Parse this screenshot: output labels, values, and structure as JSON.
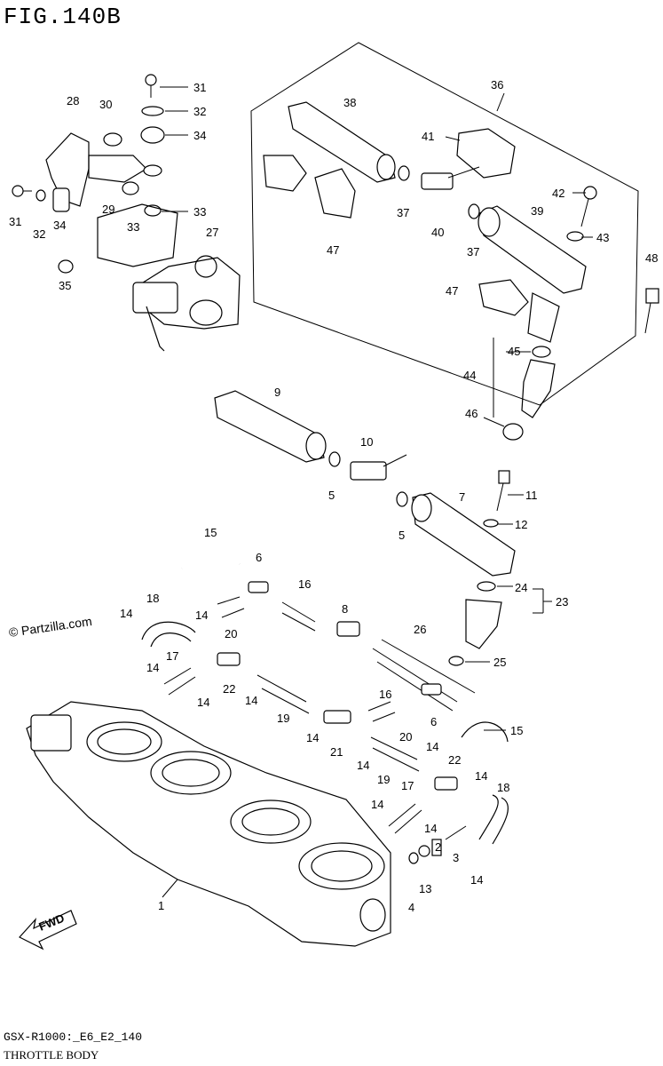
{
  "figure": {
    "title": "FIG.140B",
    "code": "GSX-R1000:_E6_E2_140",
    "caption": "THROTTLE BODY",
    "watermark": "© Partzilla.com"
  },
  "callouts": {
    "c31a": "31",
    "c32a": "32",
    "c34a": "34",
    "c28": "28",
    "c30": "30",
    "c31b": "31",
    "c32b": "32",
    "c34b": "34",
    "c29": "29",
    "c33a": "33",
    "c33b": "33",
    "c27": "27",
    "c35": "35",
    "c36": "36",
    "c38": "38",
    "c41": "41",
    "c42": "42",
    "c43": "43",
    "c39": "39",
    "c37a": "37",
    "c40": "40",
    "c37b": "37",
    "c47a": "47",
    "c47b": "47",
    "c48": "48",
    "c45": "45",
    "c44": "44",
    "c46": "46",
    "c9": "9",
    "c10": "10",
    "c5a": "5",
    "c5b": "5",
    "c7": "7",
    "c11": "11",
    "c12": "12",
    "c15a": "15",
    "c6a": "6",
    "c16a": "16",
    "c8": "8",
    "c26": "26",
    "c24": "24",
    "c23": "23",
    "c25": "25",
    "c18a": "18",
    "c14a": "14",
    "c14b": "14",
    "c20a": "20",
    "c14c": "14",
    "c17a": "17",
    "c22a": "22",
    "c14d": "14",
    "c14e": "14",
    "c19a": "19",
    "c16b": "16",
    "c6b": "6",
    "c15b": "15",
    "c20b": "20",
    "c14f": "14",
    "c21": "21",
    "c14g": "14",
    "c14h": "14",
    "c22b": "22",
    "c19b": "19",
    "c17b": "17",
    "c14i": "14",
    "c18b": "18",
    "c14j": "14",
    "c14k": "14",
    "c2": "2",
    "c3": "3",
    "c13": "13",
    "c4": "4",
    "c14l": "14",
    "c1": "1",
    "fwd": "FWD"
  }
}
